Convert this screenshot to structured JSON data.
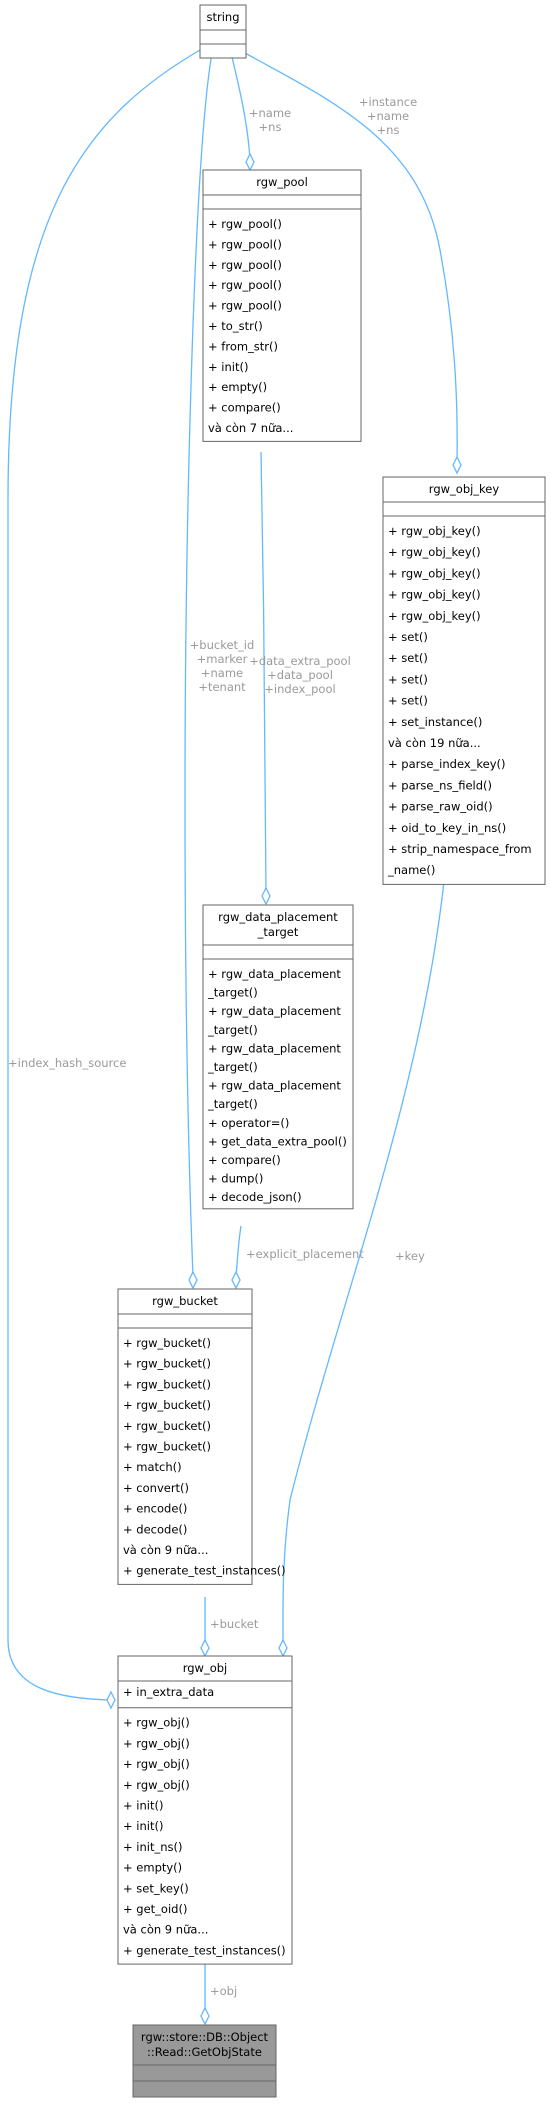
{
  "classes": {
    "string": {
      "title": [
        "string"
      ],
      "attributes": [],
      "methods": []
    },
    "rgw_pool": {
      "title": [
        "rgw_pool"
      ],
      "attributes": [],
      "methods": [
        "+ rgw_pool()",
        "+ rgw_pool()",
        "+ rgw_pool()",
        "+ rgw_pool()",
        "+ rgw_pool()",
        "+ to_str()",
        "+ from_str()",
        "+ init()",
        "+ empty()",
        "+ compare()",
        "và còn 7 nữa..."
      ]
    },
    "rgw_obj_key": {
      "title": [
        "rgw_obj_key"
      ],
      "attributes": [],
      "methods": [
        "+ rgw_obj_key()",
        "+ rgw_obj_key()",
        "+ rgw_obj_key()",
        "+ rgw_obj_key()",
        "+ rgw_obj_key()",
        "+ set()",
        "+ set()",
        "+ set()",
        "+ set()",
        "+ set_instance()",
        "và còn 19 nữa...",
        "+ parse_index_key()",
        "+ parse_ns_field()",
        "+ parse_raw_oid()",
        "+ oid_to_key_in_ns()",
        "+ strip_namespace_from",
        "  _name()"
      ]
    },
    "rgw_data_placement_target": {
      "title": [
        "rgw_data_placement",
        "_target"
      ],
      "attributes": [],
      "methods": [
        "+ rgw_data_placement",
        "  _target()",
        "+ rgw_data_placement",
        "  _target()",
        "+ rgw_data_placement",
        "  _target()",
        "+ rgw_data_placement",
        "  _target()",
        "+ operator=()",
        "+ get_data_extra_pool()",
        "+ compare()",
        "+ dump()",
        "+ decode_json()"
      ]
    },
    "rgw_bucket": {
      "title": [
        "rgw_bucket"
      ],
      "attributes": [],
      "methods": [
        "+ rgw_bucket()",
        "+ rgw_bucket()",
        "+ rgw_bucket()",
        "+ rgw_bucket()",
        "+ rgw_bucket()",
        "+ rgw_bucket()",
        "+ match()",
        "+ convert()",
        "+ encode()",
        "+ decode()",
        "và còn 9 nữa...",
        "+ generate_test_instances()"
      ]
    },
    "rgw_obj": {
      "title": [
        "rgw_obj"
      ],
      "attributes": [
        "+ in_extra_data"
      ],
      "methods": [
        "+ rgw_obj()",
        "+ rgw_obj()",
        "+ rgw_obj()",
        "+ rgw_obj()",
        "+ init()",
        "+ init()",
        "+ init_ns()",
        "+ empty()",
        "+ set_key()",
        "+ get_oid()",
        "và còn 9 nữa...",
        "+ generate_test_instances()"
      ]
    },
    "GetObjState": {
      "title": [
        "rgw::store::DB::Object",
        "::Read::GetObjState"
      ],
      "attributes": [],
      "methods": []
    }
  },
  "edges": [
    {
      "from": "string",
      "to": "rgw_pool",
      "labels": [
        "+name",
        "+ns"
      ]
    },
    {
      "from": "string",
      "to": "rgw_obj_key",
      "labels": [
        "+instance",
        "+name",
        "+ns"
      ]
    },
    {
      "from": "string",
      "to": "rgw_bucket",
      "labels": [
        "+bucket_id",
        "+marker",
        "+name",
        "+tenant"
      ]
    },
    {
      "from": "string",
      "to": "rgw_obj",
      "labels": [
        "+index_hash_source"
      ]
    },
    {
      "from": "rgw_pool",
      "to": "rgw_data_placement_target",
      "labels": [
        "+data_extra_pool",
        "+data_pool",
        "+index_pool"
      ]
    },
    {
      "from": "rgw_data_placement_target",
      "to": "rgw_bucket",
      "labels": [
        "+explicit_placement"
      ]
    },
    {
      "from": "rgw_obj_key",
      "to": "rgw_obj",
      "labels": [
        "+key"
      ]
    },
    {
      "from": "rgw_bucket",
      "to": "rgw_obj",
      "labels": [
        "+bucket"
      ]
    },
    {
      "from": "rgw_obj",
      "to": "GetObjState",
      "labels": [
        "+obj"
      ]
    }
  ],
  "colors": {
    "edge": "#63b8ff",
    "box_border": "#666666",
    "focus_fill": "#999999",
    "label": "#9a9a9a"
  }
}
